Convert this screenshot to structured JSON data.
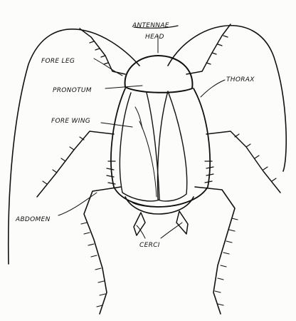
{
  "diagram": {
    "labels": {
      "antennae": "ANTENNAE",
      "head": "HEAD",
      "fore_leg": "FORE LEG",
      "pronotum": "PRONOTUM",
      "thorax": "THORAX",
      "fore_wing": "FORE WING",
      "abdomen": "ABDOMEN",
      "cerci": "CERCI"
    }
  }
}
